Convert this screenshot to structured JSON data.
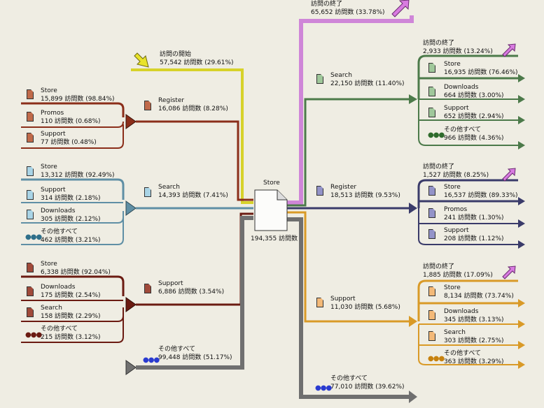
{
  "center": {
    "title": "Store",
    "count": "194,355 訪問数"
  },
  "colors": {
    "entry_store": "#8b2e1a",
    "entry_search": "#5f8fa5",
    "entry_support": "#6b1b12",
    "entry_other": "#707070",
    "entry_start": "#d7d22a",
    "exit_end": "#cf86d8",
    "exit_search": "#4c7a4a",
    "exit_register": "#3a3b6a",
    "exit_support": "#d99a27",
    "exit_other": "#6f6f6f"
  },
  "left": {
    "start": {
      "title": "訪問の開始",
      "count": "57,542 訪問数 (29.61%)"
    },
    "register_group": {
      "items": [
        {
          "title": "Store",
          "count": "15,899 訪問数 (98.84%)"
        },
        {
          "title": "Promos",
          "count": "110 訪問数 (0.68%)"
        },
        {
          "title": "Support",
          "count": "77 訪問数 (0.48%)"
        }
      ],
      "summary": {
        "title": "Register",
        "count": "16,086 訪問数 (8.28%)"
      }
    },
    "search_group": {
      "items": [
        {
          "title": "Store",
          "count": "13,312 訪問数 (92.49%)"
        },
        {
          "title": "Support",
          "count": "314 訪問数 (2.18%)"
        },
        {
          "title": "Downloads",
          "count": "305 訪問数 (2.12%)"
        },
        {
          "title": "その他すべて",
          "count": "462 訪問数 (3.21%)"
        }
      ],
      "summary": {
        "title": "Search",
        "count": "14,393 訪問数 (7.41%)"
      }
    },
    "support_group": {
      "items": [
        {
          "title": "Store",
          "count": "6,338 訪問数 (92.04%)"
        },
        {
          "title": "Downloads",
          "count": "175 訪問数 (2.54%)"
        },
        {
          "title": "Search",
          "count": "158 訪問数 (2.29%)"
        },
        {
          "title": "その他すべて",
          "count": "215 訪問数 (3.12%)"
        }
      ],
      "summary": {
        "title": "Support",
        "count": "6,886 訪問数 (3.54%)"
      }
    },
    "other": {
      "title": "その他すべて",
      "count": "99,448 訪問数 (51.17%)"
    }
  },
  "right": {
    "exit": {
      "title": "訪問の終了",
      "count": "65,652 訪問数 (33.78%)"
    },
    "search": {
      "summary": {
        "title": "Search",
        "count": "22,150 訪問数 (11.40%)"
      },
      "exit": {
        "title": "訪問の終了",
        "count": "2,933 訪問数 (13.24%)"
      },
      "items": [
        {
          "title": "Store",
          "count": "16,935 訪問数 (76.46%)"
        },
        {
          "title": "Downloads",
          "count": "664 訪問数 (3.00%)"
        },
        {
          "title": "Support",
          "count": "652 訪問数 (2.94%)"
        },
        {
          "title": "その他すべて",
          "count": "966 訪問数 (4.36%)"
        }
      ]
    },
    "register": {
      "summary": {
        "title": "Register",
        "count": "18,513 訪問数 (9.53%)"
      },
      "exit": {
        "title": "訪問の終了",
        "count": "1,527 訪問数 (8.25%)"
      },
      "items": [
        {
          "title": "Store",
          "count": "16,537 訪問数 (89.33%)"
        },
        {
          "title": "Promos",
          "count": "241 訪問数 (1.30%)"
        },
        {
          "title": "Support",
          "count": "208 訪問数 (1.12%)"
        }
      ]
    },
    "support": {
      "summary": {
        "title": "Support",
        "count": "11,030 訪問数 (5.68%)"
      },
      "exit": {
        "title": "訪問の終了",
        "count": "1,885 訪問数 (17.09%)"
      },
      "items": [
        {
          "title": "Store",
          "count": "8,134 訪問数 (73.74%)"
        },
        {
          "title": "Downloads",
          "count": "345 訪問数 (3.13%)"
        },
        {
          "title": "Search",
          "count": "303 訪問数 (2.75%)"
        },
        {
          "title": "その他すべて",
          "count": "363 訪問数 (3.29%)"
        }
      ]
    },
    "other": {
      "title": "その他すべて",
      "count": "77,010 訪問数 (39.62%)"
    }
  }
}
